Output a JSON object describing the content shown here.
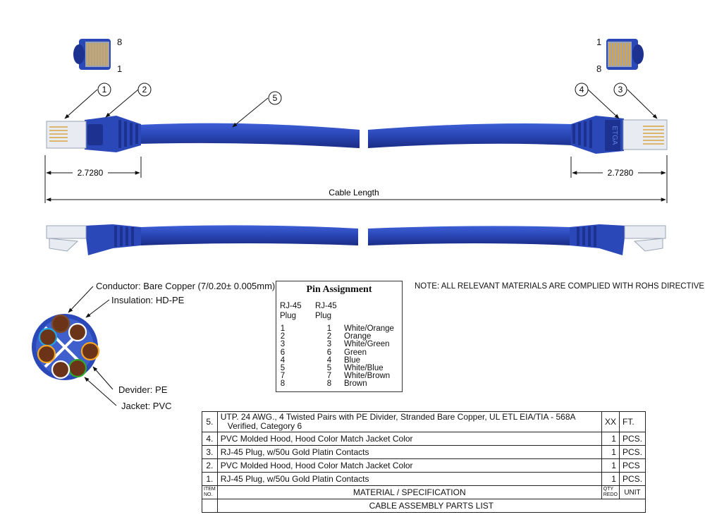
{
  "callouts": [
    "1",
    "2",
    "3",
    "4",
    "5"
  ],
  "connector_pins": {
    "left": {
      "top": "8",
      "bottom": "1"
    },
    "right": {
      "top": "1",
      "bottom": "8"
    }
  },
  "dimensions": {
    "left_boot": "2.7280",
    "right_boot": "2.7280",
    "cable_length": "Cable Length"
  },
  "boot_print": "ETGA",
  "cross_section": {
    "conductor": "Conductor: Bare Copper (7/0.20± 0.005mm)",
    "insulation": "Insulation: HD-PE",
    "divider": "Devider: PE",
    "jacket": "Jacket: PVC"
  },
  "pin_assignment": {
    "title": "Pin Assignment",
    "left_header": "RJ-45\nPlug",
    "right_header": "RJ-45\nPlug",
    "rows": [
      {
        "left": "1",
        "right": "1",
        "name": "White/Orange"
      },
      {
        "left": "2",
        "right": "2",
        "name": "Orange"
      },
      {
        "left": "3",
        "right": "3",
        "name": "White/Green"
      },
      {
        "left": "6",
        "right": "6",
        "name": "Green"
      },
      {
        "left": "4",
        "right": "4",
        "name": "Blue"
      },
      {
        "left": "5",
        "right": "5",
        "name": "White/Blue"
      },
      {
        "left": "7",
        "right": "7",
        "name": "White/Brown"
      },
      {
        "left": "8",
        "right": "8",
        "name": "Brown"
      }
    ],
    "pair_colors": [
      "#f5a623",
      "#2eaa2e",
      "#1ea7e1",
      "#7a4a2a"
    ]
  },
  "note": "NOTE: ALL RELEVANT MATERIALS ARE COMPLIED WITH ROHS DIRECTIVE.",
  "parts_list": {
    "rows": [
      {
        "item": "5.",
        "spec": "UTP. 24 AWG., 4 Twisted Pairs with PE Divider, Stranded Bare Copper, UL ETL EIA/TIA - 568A",
        "spec2": "Verified, Category 6",
        "qty": "XX",
        "unit": "FT."
      },
      {
        "item": "4.",
        "spec": "PVC Molded Hood, Hood Color Match Jacket Color",
        "spec2": "",
        "qty": "1",
        "unit": "PCS."
      },
      {
        "item": "3.",
        "spec": "RJ-45 Plug, w/50u Gold Platin Contacts",
        "spec2": "",
        "qty": "1",
        "unit": "PCS."
      },
      {
        "item": "2.",
        "spec": "PVC Molded Hood, Hood Color Match Jacket Color",
        "spec2": "",
        "qty": "1",
        "unit": "PCS"
      },
      {
        "item": "1.",
        "spec": "RJ-45 Plug, w/50u Gold Platin Contacts",
        "spec2": "",
        "qty": "1",
        "unit": "PCS."
      }
    ],
    "header": {
      "item": "ITEM\nNO.",
      "spec": "MATERIAL / SPECIFICATION",
      "qty": "QTY\nREDO",
      "unit": "UNIT"
    },
    "footer": "CABLE ASSEMBLY PARTS LIST"
  },
  "colors": {
    "cable_blue": "#2b48b8",
    "cable_dark": "#1d3290",
    "gold": "#d9a441"
  }
}
